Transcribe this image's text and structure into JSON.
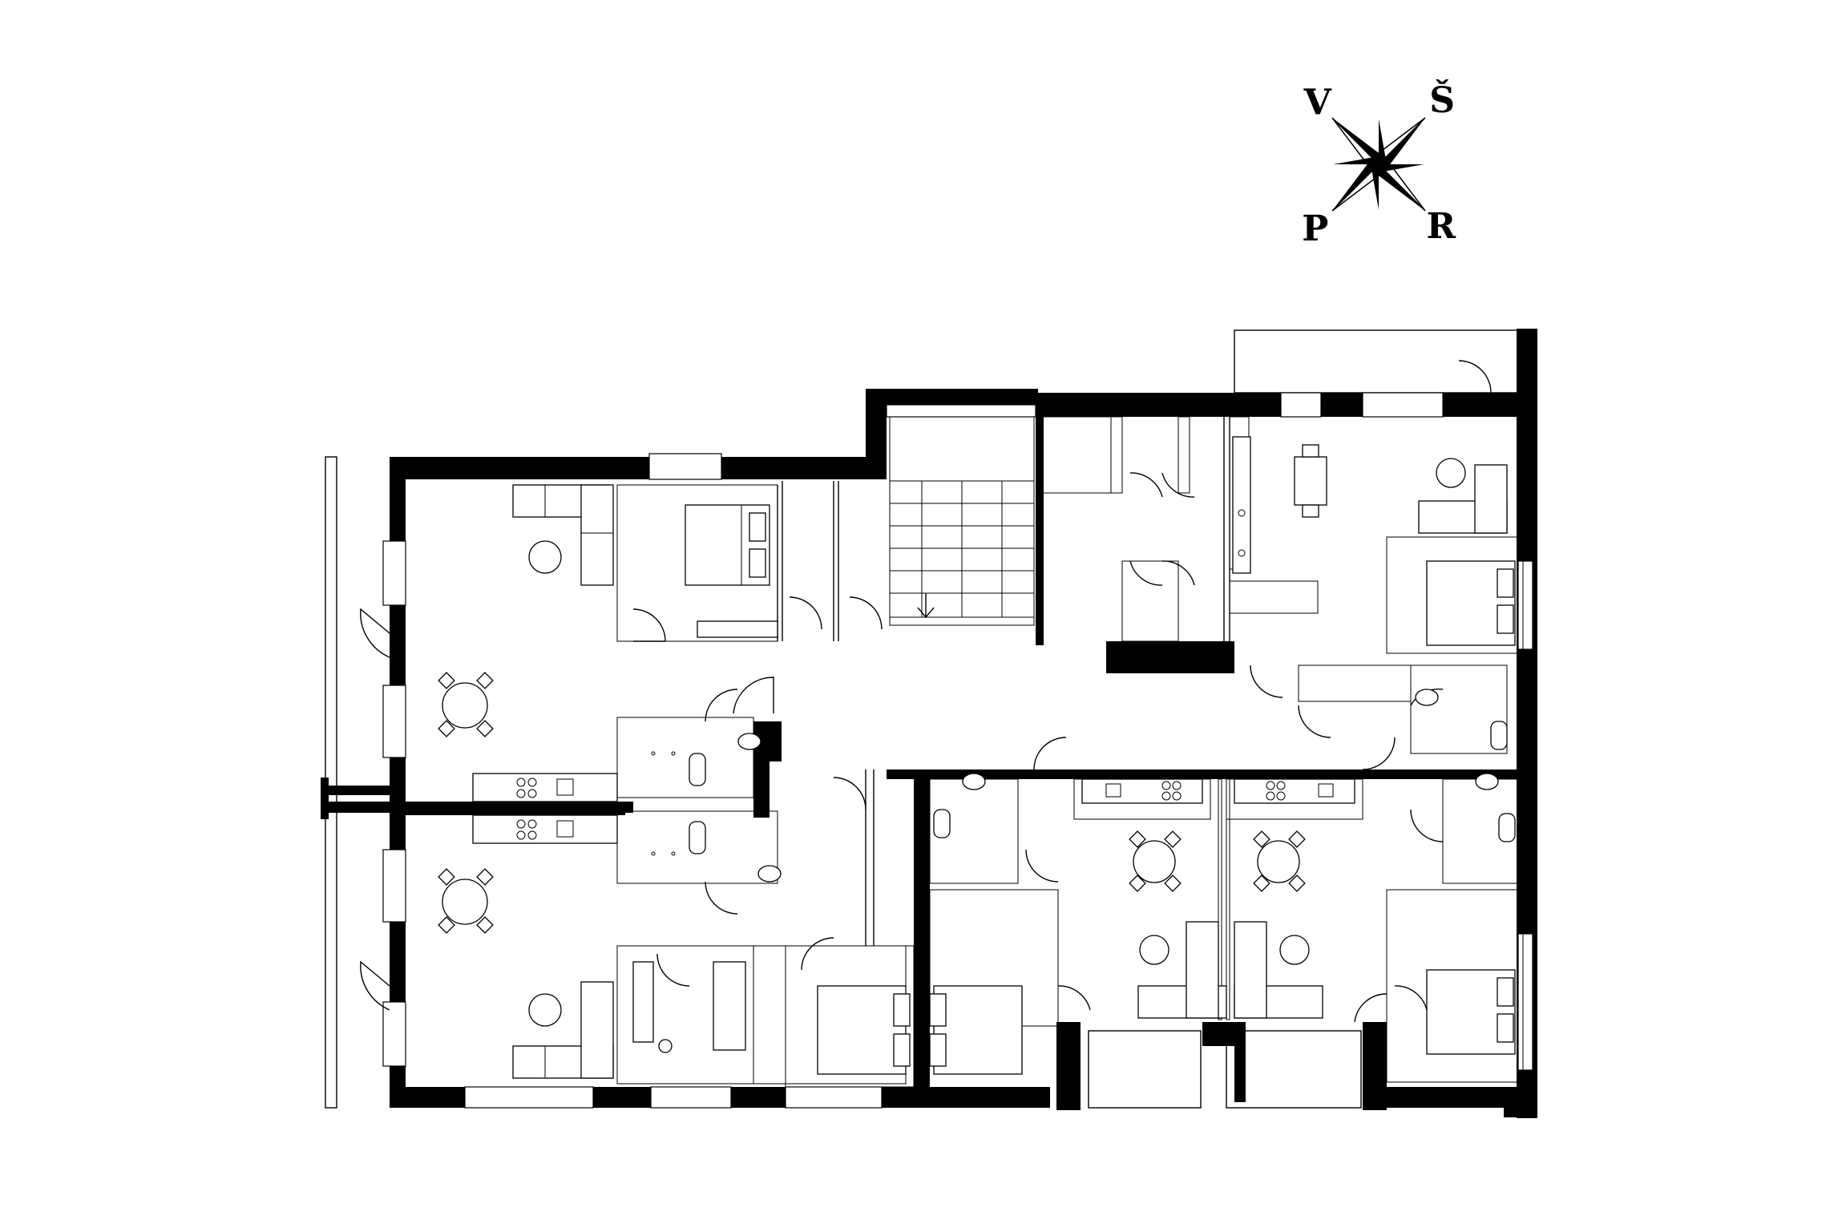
{
  "compass": {
    "north": "Š",
    "east": "R",
    "south": "P",
    "west": "V",
    "rotation_deg": 45
  },
  "colors": {
    "wall": "#000000",
    "background": "#ffffff"
  },
  "rooms": [
    {
      "id": "west-apt-upper",
      "furniture": [
        "sofa",
        "round-table",
        "dining-set",
        "kitchen-counter",
        "bath"
      ]
    },
    {
      "id": "west-apt-lower",
      "furniture": [
        "sofa",
        "round-table",
        "dining-set",
        "kitchen-counter",
        "bath"
      ]
    },
    {
      "id": "north-bedroom-1",
      "furniture": [
        "double-bed"
      ]
    },
    {
      "id": "stairwell",
      "furniture": [
        "stairs"
      ]
    },
    {
      "id": "north-east-apt",
      "furniture": [
        "dining-table",
        "kitchen-counter",
        "sofa",
        "round-table",
        "double-bed",
        "bath"
      ]
    },
    {
      "id": "south-apt-1",
      "furniture": [
        "double-bed",
        "double-bed",
        "bath"
      ]
    },
    {
      "id": "south-apt-2",
      "furniture": [
        "dining-set",
        "sofa",
        "round-table",
        "kitchen-counter",
        "bath"
      ]
    },
    {
      "id": "south-apt-3",
      "furniture": [
        "dining-set",
        "sofa",
        "round-table",
        "kitchen-counter",
        "bath"
      ]
    },
    {
      "id": "south-east-apt",
      "furniture": [
        "double-bed",
        "bath"
      ]
    }
  ]
}
